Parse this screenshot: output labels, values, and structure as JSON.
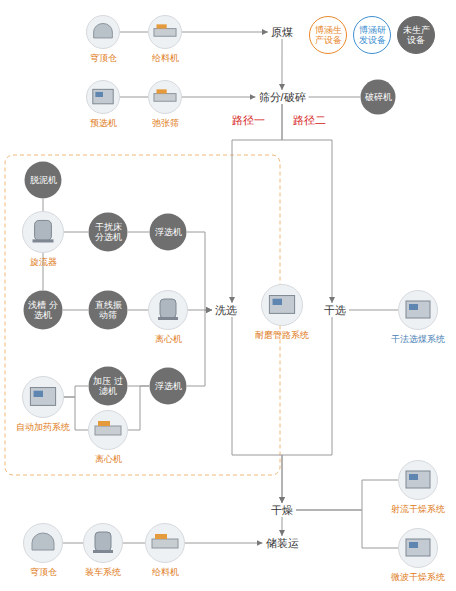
{
  "diagram": {
    "nodes": [
      {
        "text": [
          "穹顶仓"
        ]
      },
      {
        "text": [
          "给料机"
        ]
      },
      {
        "text": [
          "原煤"
        ]
      },
      {
        "text": [
          "预选机"
        ]
      },
      {
        "text": [
          "弛张筛"
        ]
      },
      {
        "text": [
          "筛分/破碎"
        ]
      },
      {
        "text": [
          "破碎机"
        ]
      },
      {
        "text": [
          "脱泥机"
        ]
      },
      {
        "text": [
          "旋流器"
        ]
      },
      {
        "text": [
          "干扰床 分选机"
        ]
      },
      {
        "text": [
          "浮选机"
        ]
      },
      {
        "text": [
          "浅槽 分选机"
        ]
      },
      {
        "text": [
          "直线振 动筛"
        ]
      },
      {
        "text": [
          "离心机"
        ]
      },
      {
        "text": [
          "洗选"
        ]
      },
      {
        "text": [
          "耐磨管路系统"
        ]
      },
      {
        "text": [
          "干选"
        ]
      },
      {
        "text": [
          "干法选煤系统"
        ]
      },
      {
        "text": [
          "加压 过滤机"
        ]
      },
      {
        "text": [
          "浮选机"
        ]
      },
      {
        "text": [
          "自动加药系统"
        ]
      },
      {
        "text": [
          "离心机"
        ]
      },
      {
        "text": [
          "干燥"
        ]
      },
      {
        "text": [
          "射流干燥系统"
        ]
      },
      {
        "text": [
          "微波干燥系统"
        ]
      },
      {
        "text": [
          "穹顶仓"
        ]
      },
      {
        "text": [
          "装车系统"
        ]
      },
      {
        "text": [
          "给料机"
        ]
      },
      {
        "text": [
          "储装运"
        ]
      }
    ],
    "edges": [
      {
        "from": 0,
        "to": 1,
        "arrow": "none"
      },
      {
        "from": 1,
        "to": 2,
        "arrow": "to"
      },
      {
        "from": 3,
        "to": 4,
        "arrow": "none"
      },
      {
        "from": 4,
        "to": 5,
        "arrow": "to"
      },
      {
        "from": 6,
        "to": 5,
        "arrow": "none"
      },
      {
        "from": 2,
        "to": 5,
        "arrow": "to"
      },
      {
        "from": 5,
        "to": 14,
        "arrow": "to"
      },
      {
        "from": 5,
        "to": 16,
        "arrow": "to"
      },
      {
        "from": 7,
        "to": 8,
        "arrow": "none"
      },
      {
        "from": 8,
        "to": 9,
        "arrow": "none"
      },
      {
        "from": 8,
        "to": 11,
        "arrow": "none"
      },
      {
        "from": 9,
        "to": 10,
        "arrow": "none"
      },
      {
        "from": 10,
        "to": 14,
        "arrow": "to"
      },
      {
        "from": 11,
        "to": 12,
        "arrow": "none"
      },
      {
        "from": 12,
        "to": 13,
        "arrow": "none"
      },
      {
        "from": 13,
        "to": 14,
        "arrow": "to"
      },
      {
        "from": 20,
        "to": 18,
        "arrow": "none"
      },
      {
        "from": 20,
        "to": 21,
        "arrow": "none"
      },
      {
        "from": 18,
        "to": 19,
        "arrow": "none"
      },
      {
        "from": 21,
        "to": 19,
        "arrow": "none"
      },
      {
        "from": 19,
        "to": 14,
        "arrow": "to"
      },
      {
        "from": 16,
        "to": 17,
        "arrow": "none"
      },
      {
        "from": 14,
        "to": 22,
        "arrow": "to"
      },
      {
        "from": 16,
        "to": 22,
        "arrow": "to"
      },
      {
        "from": 22,
        "to": 23,
        "arrow": "none"
      },
      {
        "from": 22,
        "to": 24,
        "arrow": "none"
      },
      {
        "from": 22,
        "to": 28,
        "arrow": "to"
      },
      {
        "from": 25,
        "to": 26,
        "arrow": "none"
      },
      {
        "from": 26,
        "to": 27,
        "arrow": "none"
      },
      {
        "from": 27,
        "to": 28,
        "arrow": "to"
      }
    ],
    "labels": [
      "路径一",
      "路径二"
    ],
    "legend": [
      {
        "text": "博涵生产设备",
        "color": "#e8892e"
      },
      {
        "text": "博涵研发设备",
        "color": "#3d8fd1"
      },
      {
        "text": "未生产设备",
        "color": "#6b6b6b"
      }
    ]
  }
}
